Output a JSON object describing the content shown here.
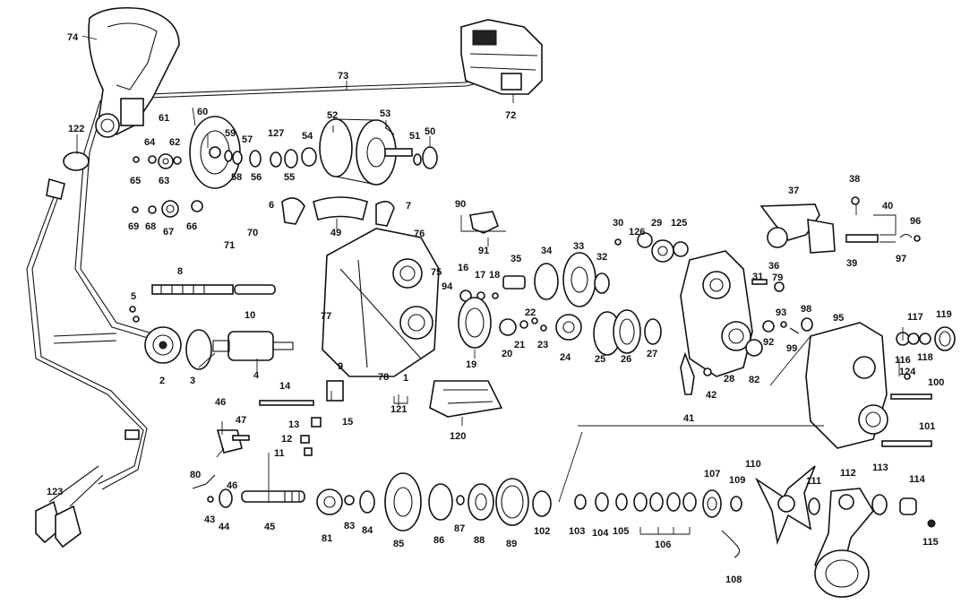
{
  "diagram": {
    "labels": {
      "p1": "1",
      "p2": "2",
      "p3": "3",
      "p4": "4",
      "p5": "5",
      "p6": "6",
      "p7": "7",
      "p8": "8",
      "p9": "9",
      "p10": "10",
      "p11": "11",
      "p12": "12",
      "p13": "13",
      "p14": "14",
      "p15": "15",
      "p16": "16",
      "p17": "17",
      "p18": "18",
      "p19": "19",
      "p20": "20",
      "p21": "21",
      "p22": "22",
      "p23": "23",
      "p24": "24",
      "p25": "25",
      "p26": "26",
      "p27": "27",
      "p28": "28",
      "p29": "29",
      "p30": "30",
      "p31": "31",
      "p32": "32",
      "p33": "33",
      "p34": "34",
      "p35": "35",
      "p36": "36",
      "p37": "37",
      "p38": "38",
      "p39": "39",
      "p40": "40",
      "p41": "41",
      "p42": "42",
      "p43": "43",
      "p44": "44",
      "p45": "45",
      "p46a": "46",
      "p46b": "46",
      "p47": "47",
      "p49": "49",
      "p50": "50",
      "p51": "51",
      "p52": "52",
      "p53": "53",
      "p54": "54",
      "p55": "55",
      "p56": "56",
      "p57": "57",
      "p58": "58",
      "p59": "59",
      "p60": "60",
      "p61": "61",
      "p62": "62",
      "p63": "63",
      "p64": "64",
      "p65": "65",
      "p66": "66",
      "p67": "67",
      "p68": "68",
      "p69": "69",
      "p70": "70",
      "p71": "71",
      "p72": "72",
      "p73": "73",
      "p74": "74",
      "p75": "75",
      "p76": "76",
      "p77": "77",
      "p78": "78",
      "p79": "79",
      "p80": "80",
      "p81": "81",
      "p82": "82",
      "p83": "83",
      "p84": "84",
      "p85": "85",
      "p86": "86",
      "p87": "87",
      "p88": "88",
      "p89": "89",
      "p90": "90",
      "p91": "91",
      "p92": "92",
      "p93": "93",
      "p94": "94",
      "p95": "95",
      "p96": "96",
      "p97": "97",
      "p98": "98",
      "p99": "99",
      "p100": "100",
      "p101": "101",
      "p102": "102",
      "p103": "103",
      "p104": "104",
      "p105": "105",
      "p106": "106",
      "p107": "107",
      "p108": "108",
      "p109": "109",
      "p110": "110",
      "p111": "111",
      "p112": "112",
      "p113": "113",
      "p114": "114",
      "p115": "115",
      "p116": "116",
      "p117": "117",
      "p118": "118",
      "p119": "119",
      "p120": "120",
      "p121": "121",
      "p122": "122",
      "p123": "123",
      "p124": "124",
      "p125": "125",
      "p126": "126",
      "p127": "127"
    }
  }
}
